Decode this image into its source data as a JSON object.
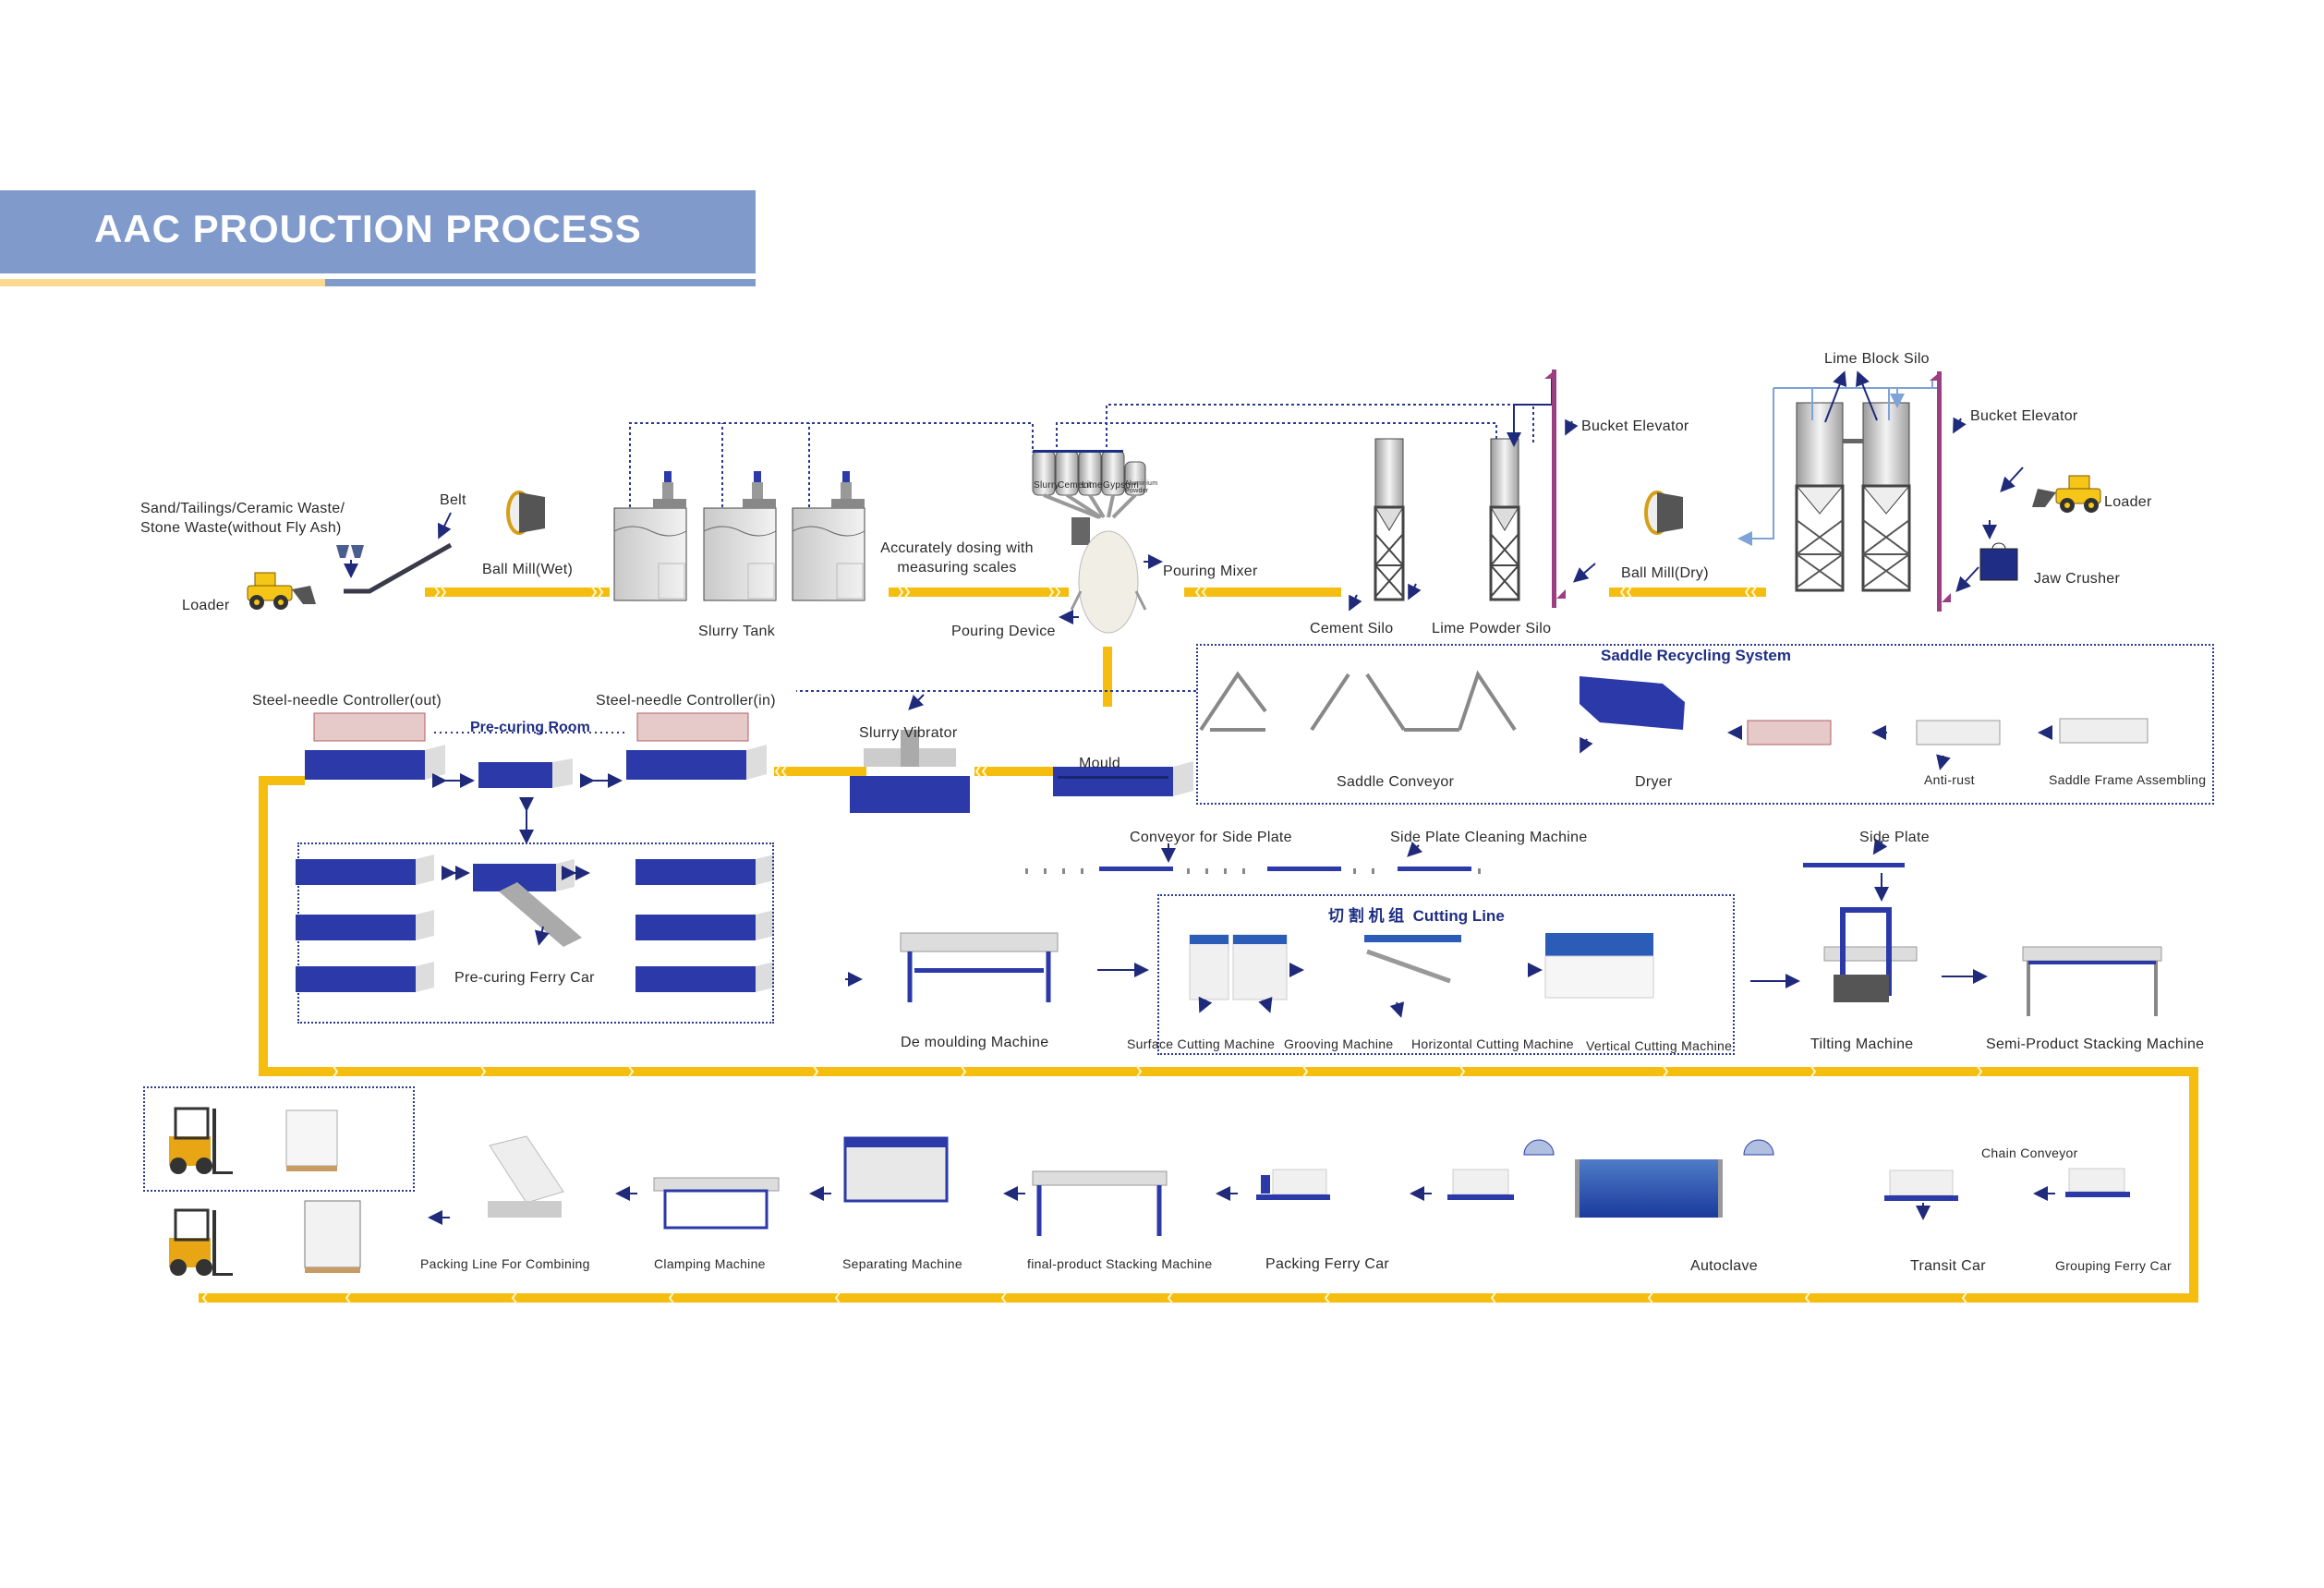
{
  "title": "AAC  PROUCTION PROCESS",
  "colors": {
    "title_band": "#7f9acb",
    "title_underline_gold": "#fbd98f",
    "flow_line": "#f4bd10",
    "machine_blue": "#2b3aa8",
    "arrow_navy": "#1f2a7a",
    "elevator_purple": "#9c3f82",
    "pipe_light_blue": "#7ea3d8"
  },
  "raw_material": {
    "source_label": "Sand/Tailings/Ceramic Waste/ Stone Waste(without Fly Ash)",
    "loader_left": "Loader",
    "belt": "Belt",
    "ball_mill_wet": "Ball  Mill(Wet)",
    "slurry_tank": "Slurry Tank",
    "dosing": "Accurately dosing with measuring scales",
    "dosing_scales": [
      "Slurry",
      "Cement",
      "Lime",
      "Gypsum",
      "Aluminium Powder"
    ],
    "pouring_mixer": "Pouring  Mixer",
    "pouring_device": "Pouring Device",
    "cement_silo": "Cement Silo",
    "lime_powder_silo": "Lime Powder Silo",
    "bucket_elevator_1": "Bucket  Elevator",
    "ball_mill_dry": "Ball  Mill(Dry)",
    "lime_block_silo": "Lime Block Silo",
    "bucket_elevator_2": "Bucket  Elevator",
    "loader_right": "Loader",
    "jaw_crusher": "Jaw  Crusher"
  },
  "saddle_recycling": {
    "title": "Saddle  Recycling  System",
    "saddle_conveyor": "Saddle Conveyor",
    "dryer": "Dryer",
    "anti_rust": "Anti-rust",
    "saddle_frame_assembling": "Saddle Frame Assembling"
  },
  "precuring": {
    "controller_out": "Steel-needle  Controller(out)",
    "controller_in": "Steel-needle Controller(in)",
    "room": "Pre-curing  Room",
    "ferry_car": "Pre-curing Ferry Car",
    "slurry_vibrator": "Slurry Vibrator",
    "mould": "Mould"
  },
  "cutting": {
    "conveyor_side_plate": "Conveyor for Side Plate",
    "side_plate_cleaning": "Side Plate Cleaning Machine",
    "side_plate": "Side Plate",
    "cutting_line_title_cn": "切  割  机  组",
    "cutting_line_title_en": "Cutting  Line",
    "demoulding": "De moulding Machine",
    "surface_cutting": "Surface Cutting Machine",
    "grooving": "Grooving Machine",
    "horizontal_cutting": "Horizontal Cutting Machine",
    "vertical_cutting": "Vertical Cutting Machine",
    "tilting": "Tilting Machine",
    "semi_stacking": "Semi-Product Stacking Machine"
  },
  "finishing": {
    "chain_conveyor": "Chain Conveyor",
    "grouping_ferry_car": "Grouping Ferry Car",
    "transit_car": "Transit Car",
    "autoclave": "Autoclave",
    "packing_ferry_car": "Packing Ferry Car",
    "final_stacking": "final-product Stacking Machine",
    "separating": "Separating Machine",
    "clamping": "Clamping Machine",
    "packing_line": "Packing Line For Combining"
  }
}
